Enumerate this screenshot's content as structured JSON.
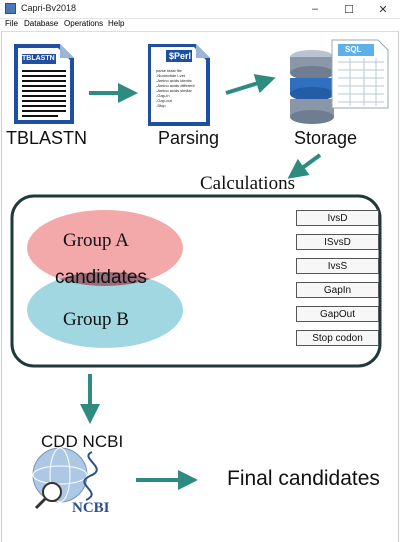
{
  "window": {
    "title": "Capri-Bv2018"
  },
  "menu": [
    "File",
    "Database",
    "Operations",
    "Help"
  ],
  "pipeline": {
    "tblastn": {
      "doc_header": "TBLASTN",
      "label": "TBLASTN"
    },
    "parsing": {
      "doc_header": "$Perl",
      "label": "Parsing",
      "doc_lines": [
        "parse blast file",
        "-Nucleotide i-vet",
        "-Amino acids identic",
        "-Amino acids different",
        "-Amino acids similar",
        "-Gap-In",
        "-Gap-out",
        "-Stop"
      ]
    },
    "storage": {
      "badge": "SQL",
      "label": "Storage"
    },
    "calculations": {
      "label": "Calculations"
    },
    "groups": {
      "a": "Group A",
      "b": "Group B",
      "overlap": "candidates"
    },
    "metrics": [
      "IvsD",
      "ISvsD",
      "IvsS",
      "GapIn",
      "GapOut",
      "Stop codon"
    ],
    "cdd": {
      "label": "CDD NCBI",
      "logo_text": "NCBI"
    },
    "final": {
      "label": "Final candidates"
    }
  },
  "colors": {
    "arrow": "#2e8b7f",
    "panel_border": "#1f3a3a",
    "group_a": "#f19a9a",
    "group_b": "#8fd0dc",
    "doc_blue": "#1e4fa3"
  }
}
